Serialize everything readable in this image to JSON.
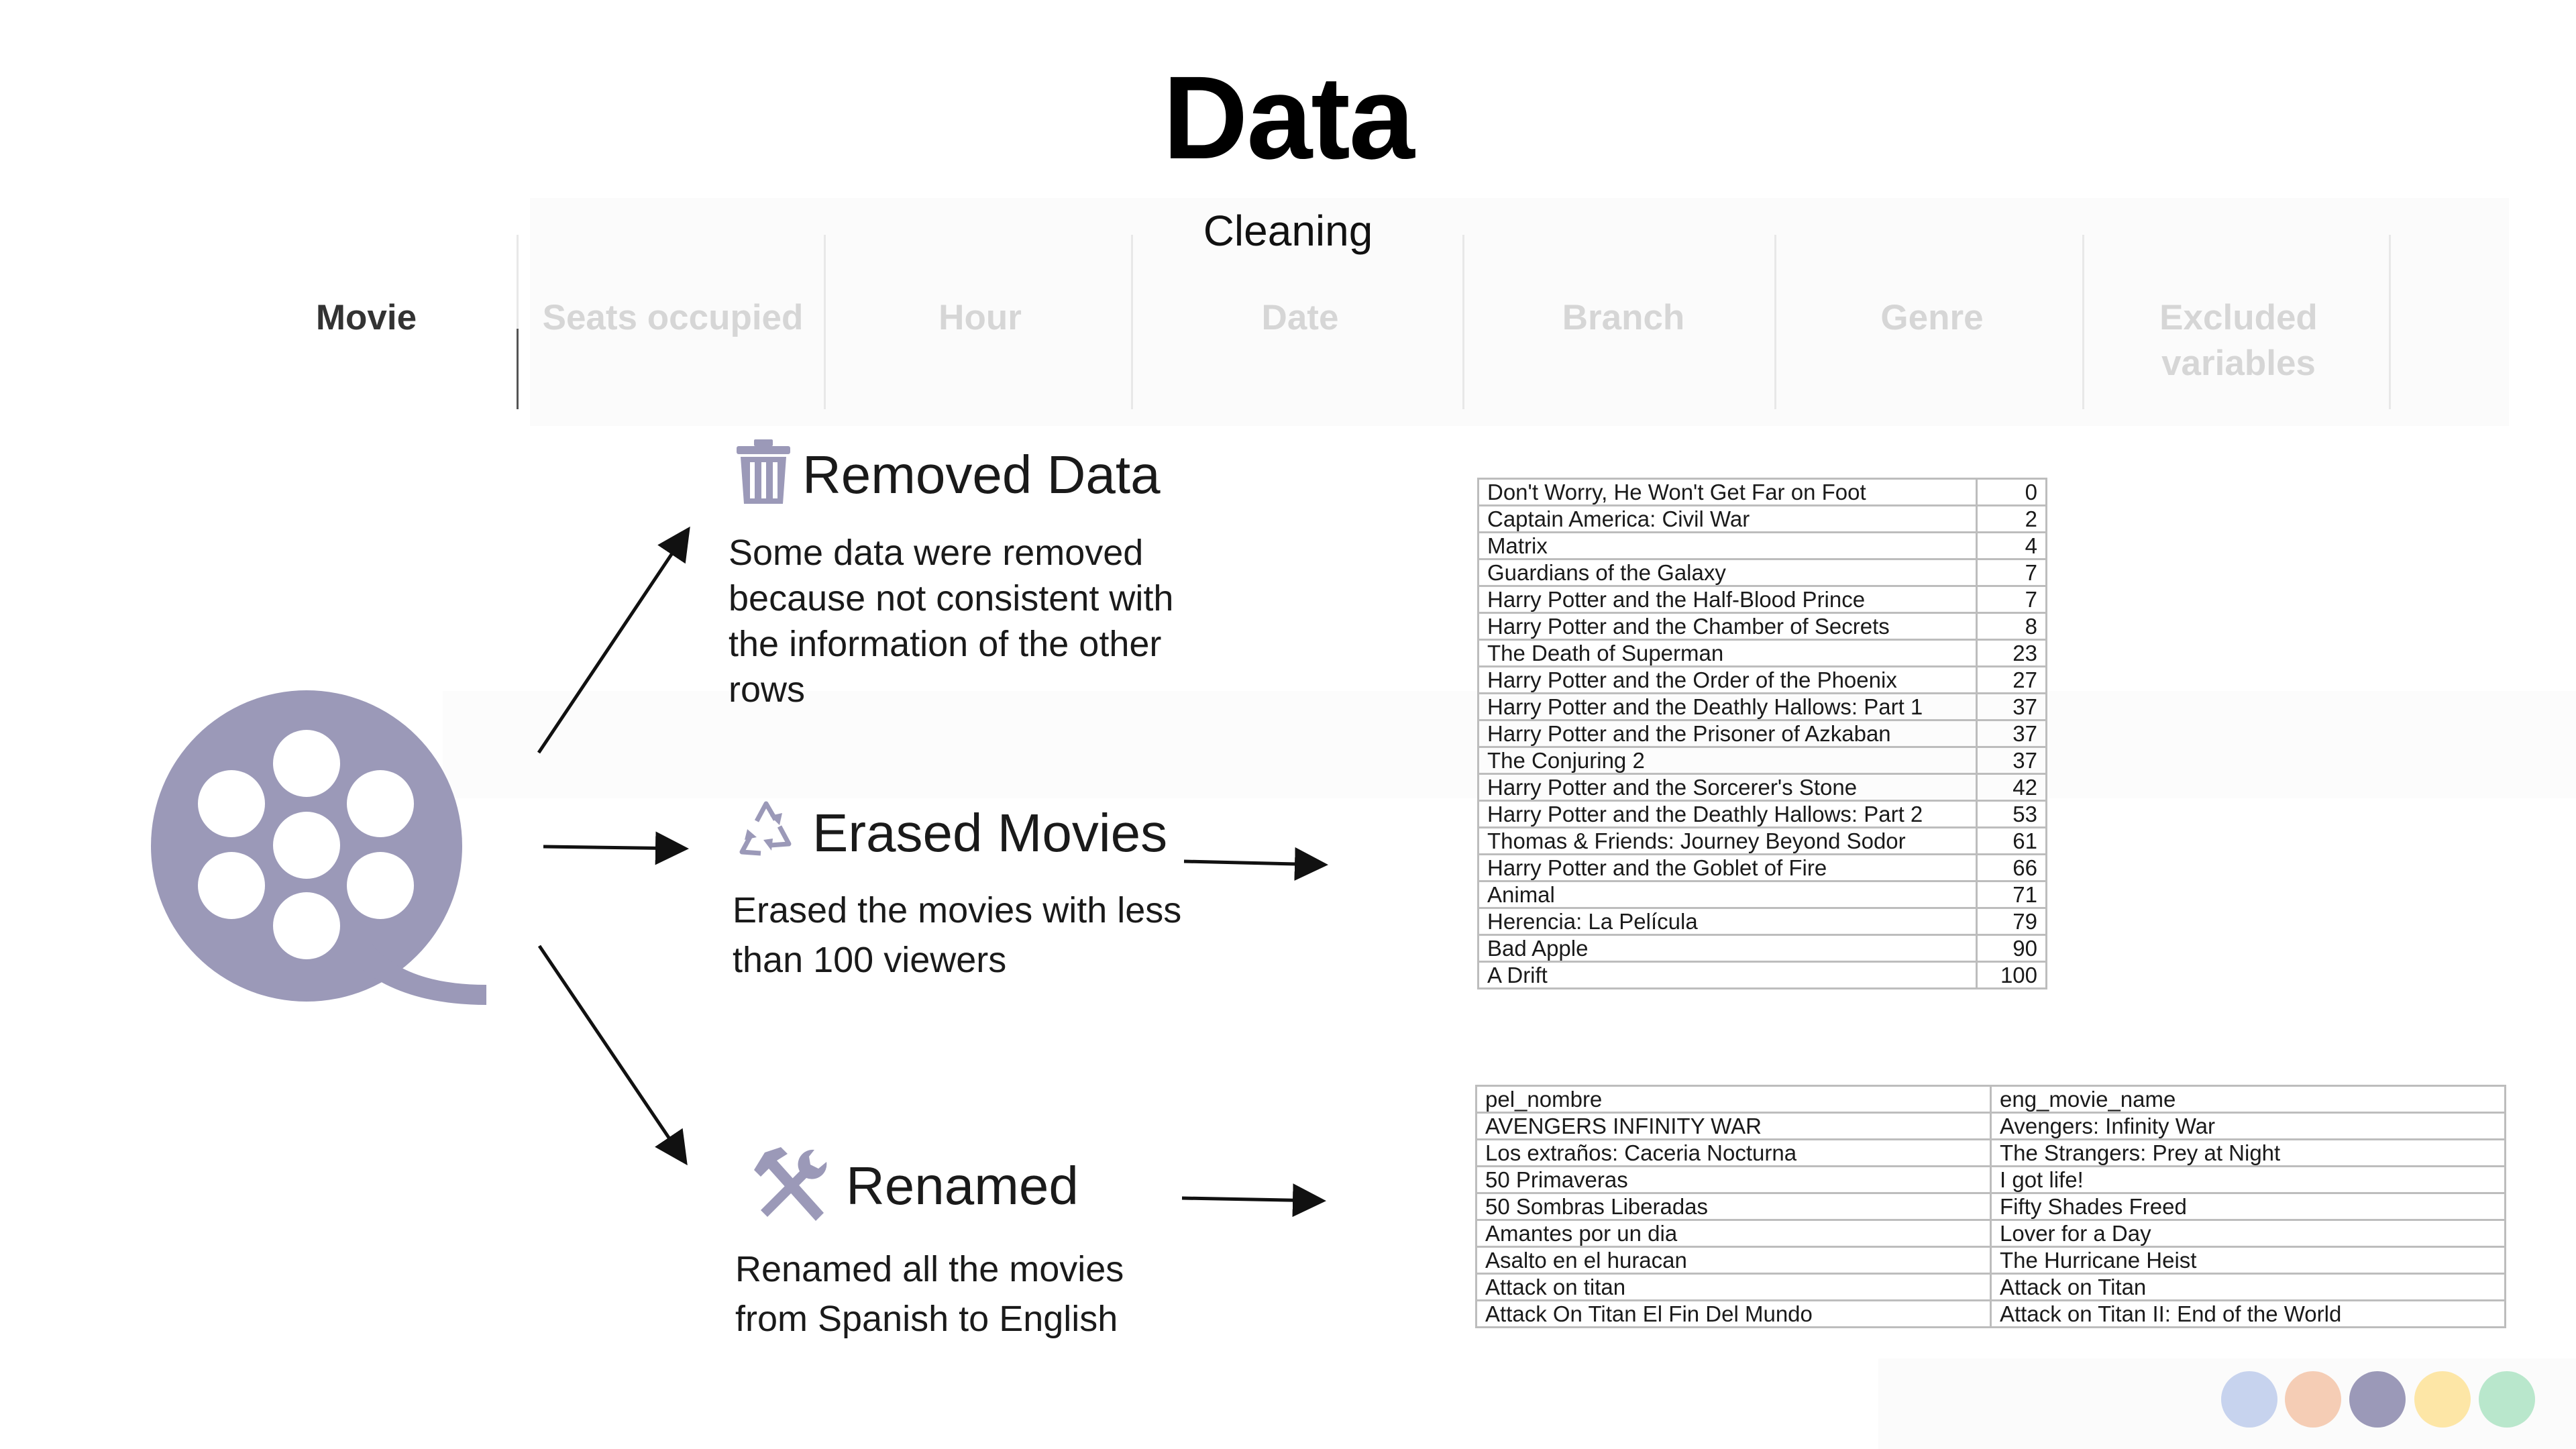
{
  "header": {
    "title": "Data",
    "subtitle": "Cleaning"
  },
  "tabs": [
    {
      "label": "Movie",
      "active": true
    },
    {
      "label": "Seats occupied",
      "active": false
    },
    {
      "label": "Hour",
      "active": false
    },
    {
      "label": "Date",
      "active": false
    },
    {
      "label": "Branch",
      "active": false
    },
    {
      "label": "Genre",
      "active": false
    },
    {
      "label": "Excluded variables",
      "active": false
    }
  ],
  "icons": {
    "main": "film-reel-icon",
    "removed": "trash-icon",
    "erased": "recycle-icon",
    "renamed": "tools-icon"
  },
  "sections": {
    "removed": {
      "title": "Removed Data",
      "description": "Some data were removed because not consistent with the information of the other rows"
    },
    "erased": {
      "title": "Erased Movies",
      "description": "Erased the movies with less than 100 viewers"
    },
    "renamed": {
      "title": "Renamed",
      "description": "Renamed all the movies from Spanish to English"
    }
  },
  "erased_table": [
    {
      "movie": "Don't Worry, He Won't Get Far on Foot",
      "viewers": "0"
    },
    {
      "movie": "Captain America: Civil War",
      "viewers": "2"
    },
    {
      "movie": "Matrix",
      "viewers": "4"
    },
    {
      "movie": "Guardians of the Galaxy",
      "viewers": "7"
    },
    {
      "movie": "Harry Potter and the Half-Blood Prince",
      "viewers": "7"
    },
    {
      "movie": "Harry Potter and the Chamber of Secrets",
      "viewers": "8"
    },
    {
      "movie": "The Death of Superman",
      "viewers": "23"
    },
    {
      "movie": "Harry Potter and the Order of the Phoenix",
      "viewers": "27"
    },
    {
      "movie": "Harry Potter and the Deathly Hallows: Part 1",
      "viewers": "37"
    },
    {
      "movie": "Harry Potter and the Prisoner of Azkaban",
      "viewers": "37"
    },
    {
      "movie": "The Conjuring 2",
      "viewers": "37"
    },
    {
      "movie": "Harry Potter and the Sorcerer's Stone",
      "viewers": "42"
    },
    {
      "movie": "Harry Potter and the Deathly Hallows: Part 2",
      "viewers": "53"
    },
    {
      "movie": "Thomas & Friends: Journey Beyond Sodor",
      "viewers": "61"
    },
    {
      "movie": "Harry Potter and the Goblet of Fire",
      "viewers": "66"
    },
    {
      "movie": "Animal",
      "viewers": "71"
    },
    {
      "movie": "Herencia: La Película",
      "viewers": "79"
    },
    {
      "movie": "Bad Apple",
      "viewers": "90"
    },
    {
      "movie": "A Drift",
      "viewers": "100"
    }
  ],
  "renamed_table": {
    "headers": [
      "pel_nombre",
      "eng_movie_name"
    ],
    "rows": [
      [
        "AVENGERS INFINITY WAR",
        "Avengers: Infinity War"
      ],
      [
        "Los extraños: Caceria Nocturna",
        "The Strangers: Prey at Night"
      ],
      [
        "50 Primaveras",
        "I got life!"
      ],
      [
        "50 Sombras Liberadas",
        "Fifty Shades Freed"
      ],
      [
        "Amantes por un dia",
        "Lover for a Day"
      ],
      [
        "Asalto en el huracan",
        "The Hurricane Heist"
      ],
      [
        "Attack on titan",
        "Attack on Titan"
      ],
      [
        "Attack On Titan El Fin Del Mundo",
        "Attack on Titan II: End of the World"
      ]
    ]
  },
  "colors": {
    "accent": "#9b99b8",
    "palette": [
      "#c7d3ee",
      "#f5cdb5",
      "#9b99b8",
      "#fde6a6",
      "#b9e7cc"
    ]
  }
}
